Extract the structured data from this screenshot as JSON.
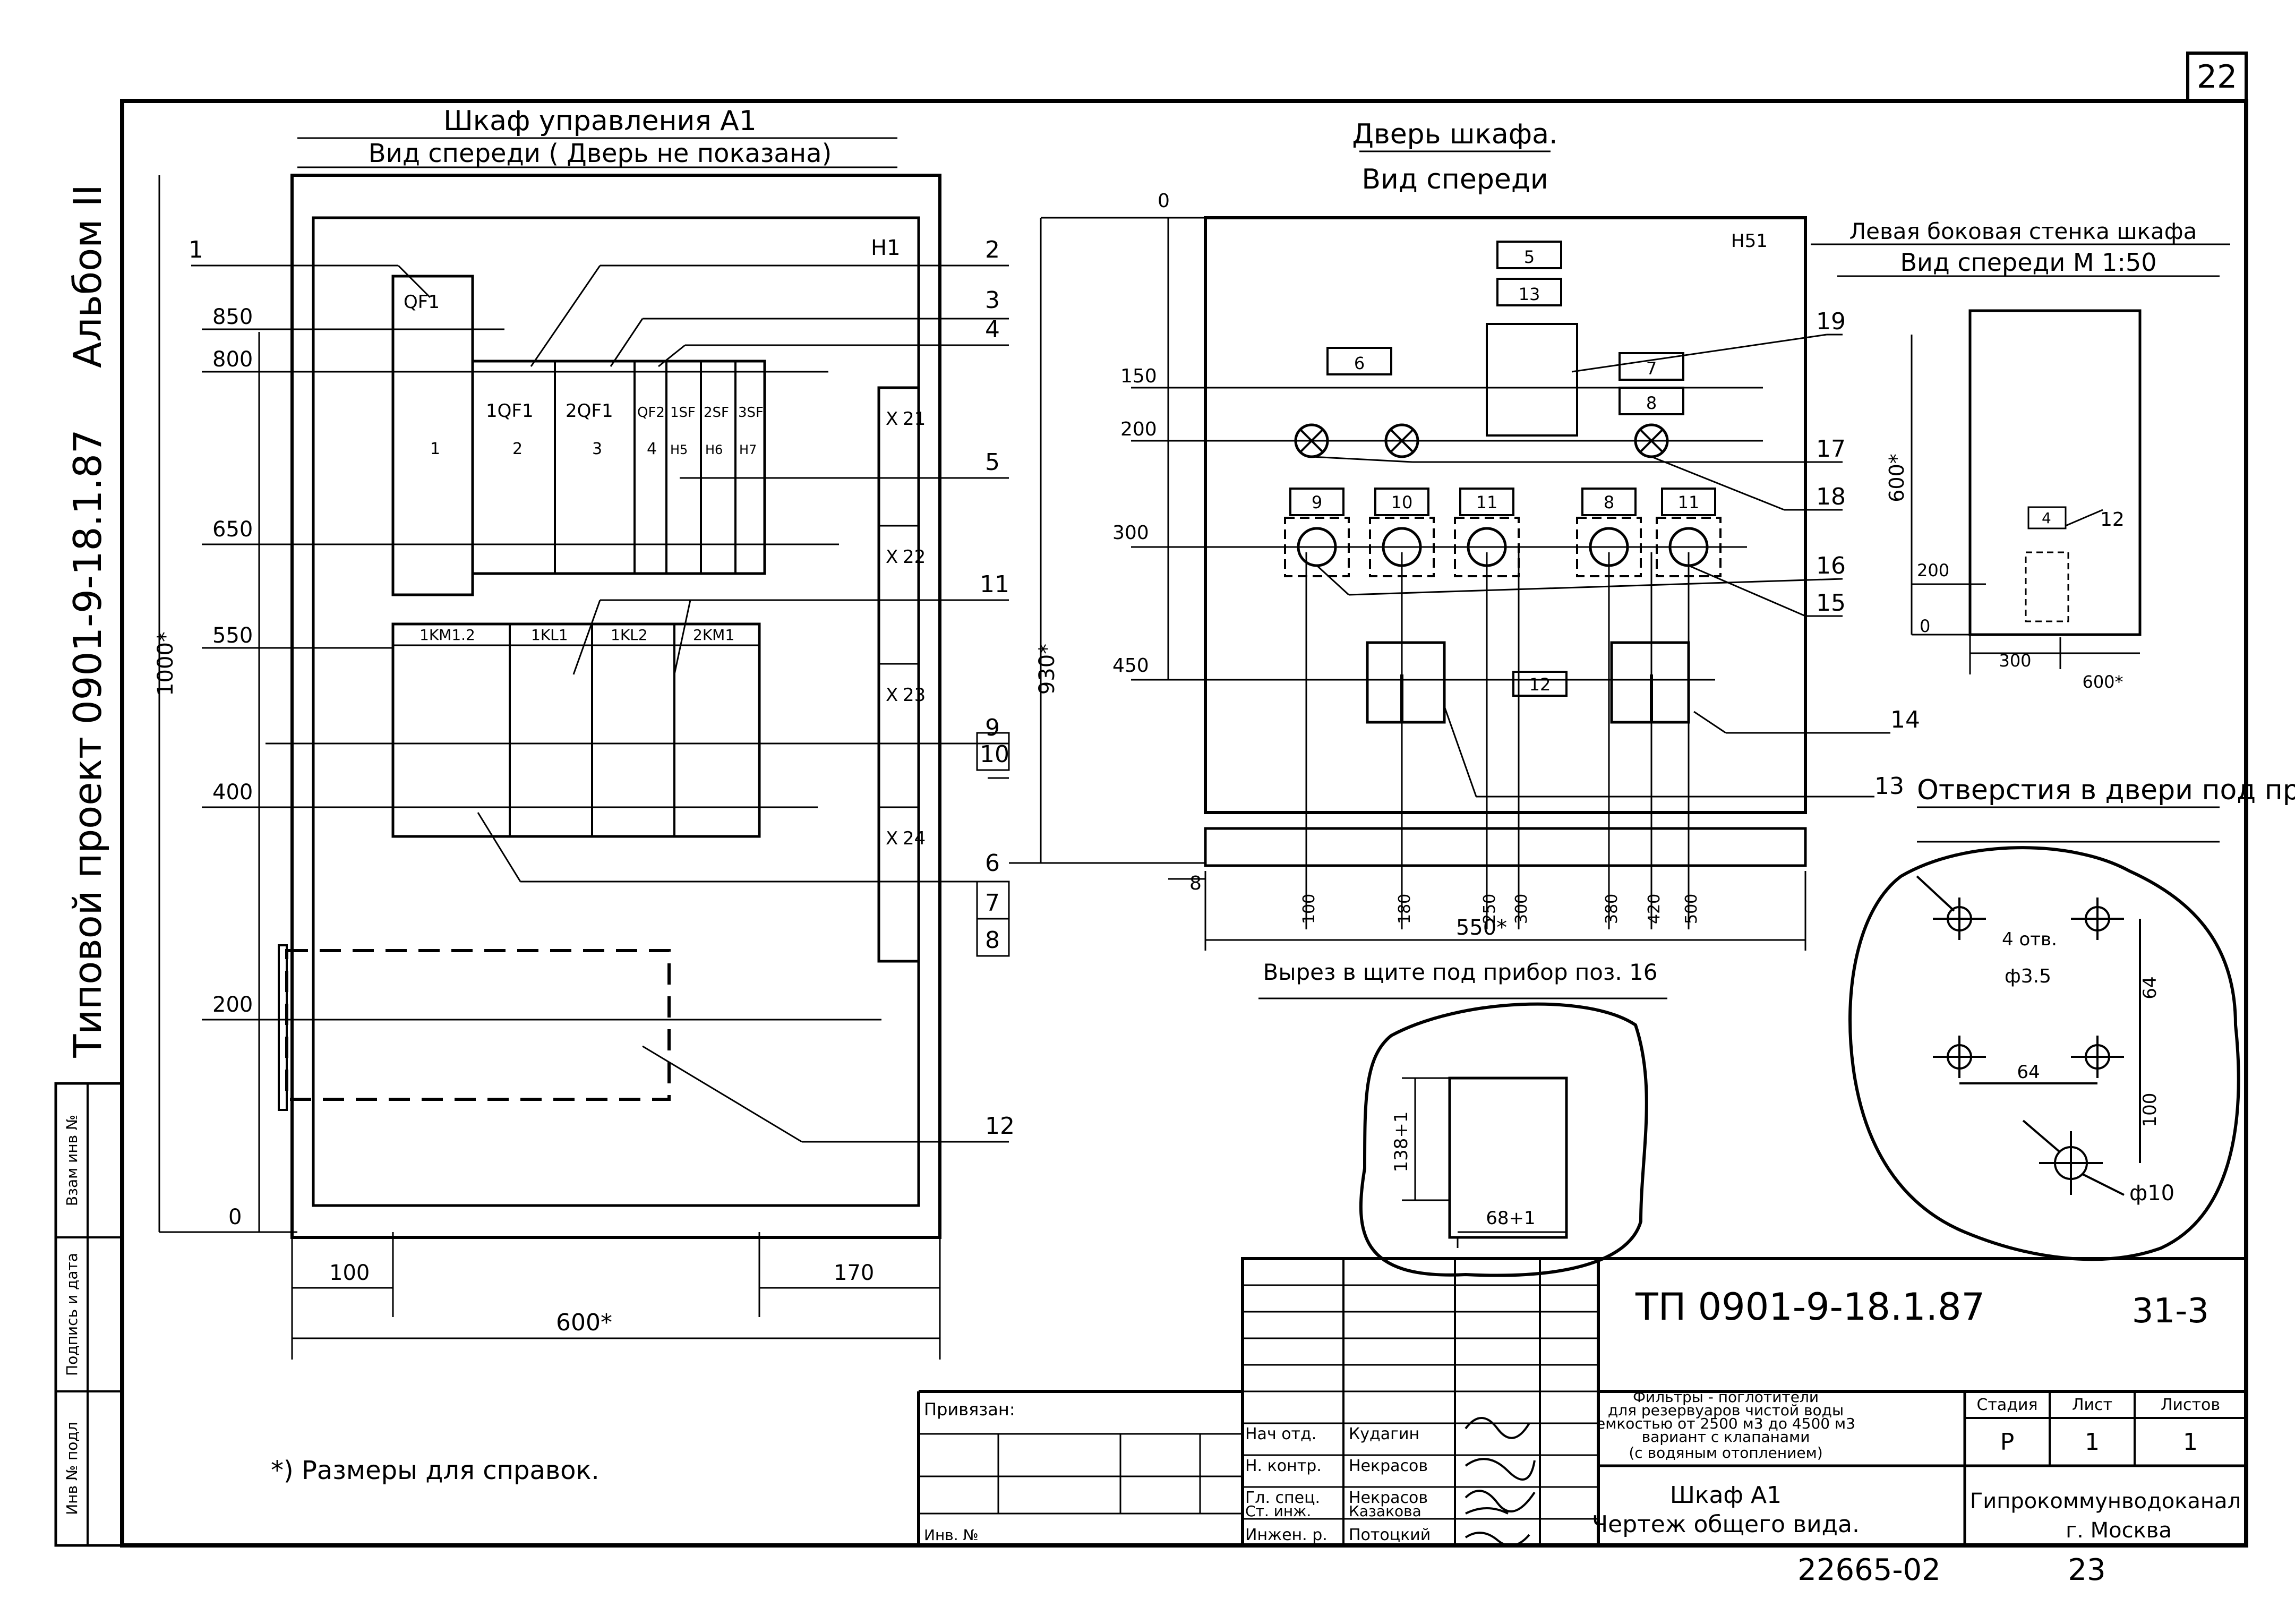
{
  "sheet_number": "22",
  "side": {
    "album": "Альбом II",
    "project": "Типовой проект 0901-9-18.1.87",
    "stamp_cells": [
      "Инв № подл",
      "Подпись и дата",
      "Взам инв №"
    ]
  },
  "cabinet": {
    "title": "Шкаф управления А1",
    "subtitle": "Вид спереди ( Дверь не показана)",
    "label_H1": "H1",
    "levels": [
      "850",
      "800",
      "650",
      "550",
      "400",
      "200",
      "0"
    ],
    "height": "1000*",
    "callouts": [
      "1",
      "2",
      "3",
      "4",
      "5",
      "11",
      "9",
      "10",
      "6",
      "7",
      "8",
      "12"
    ],
    "breakers": [
      "QF1",
      "1QF1",
      "2QF1",
      "QF2",
      "1SF",
      "2SF",
      "3SF"
    ],
    "breaker_tags": [
      "1",
      "2",
      "3",
      "4",
      "H5",
      "H6",
      "H7"
    ],
    "contactors": [
      "1KM1.2",
      "1KL1",
      "1KL2",
      "2KM1"
    ],
    "terminals": [
      "X",
      "21",
      "22",
      "23",
      "24"
    ],
    "dim_left": "100",
    "dim_right": "170",
    "dim_width": "600*"
  },
  "door": {
    "title": "Дверь шкафа.",
    "subtitle": "Вид спереди",
    "label_H51": "H51",
    "levels": [
      "0",
      "150",
      "200",
      "300",
      "450"
    ],
    "height": "930*",
    "upper_tags": [
      "5",
      "13",
      "6",
      "7",
      "8"
    ],
    "button_tags": [
      "9",
      "10",
      "11",
      "8",
      "11"
    ],
    "tag_12": "12",
    "callouts": [
      "19",
      "17",
      "18",
      "16",
      "15",
      "14",
      "13"
    ],
    "bottom_label": "8",
    "dims": [
      "100",
      "180",
      "250",
      "300",
      "380",
      "420",
      "500"
    ],
    "width": "550*"
  },
  "side_wall": {
    "title": "Левая боковая стенка шкафа",
    "subtitle": "Вид спереди М 1:50",
    "height": "600*",
    "tag": "4",
    "callout": "12",
    "level_200": "200",
    "level_0": "0",
    "dim_300": "300",
    "dim_600": "600*"
  },
  "cutout": {
    "title": "Вырез в щите под прибор поз. 16",
    "height": "138+1",
    "width": "68+1"
  },
  "holes": {
    "title": "Отверстия в двери под прибор ДТКБ.",
    "callout": "13",
    "holes_note": "4 отв.",
    "diameter1": "ф3.5",
    "spacing_v": "64",
    "spacing_h": "64",
    "offset": "100",
    "diameter2": "ф10"
  },
  "footnote": "*) Размеры для справок.",
  "title_block": {
    "code": "ТП 0901-9-18.1.87",
    "sheet_code": "31-3",
    "bound": "Привязан:",
    "inv": "Инв. №",
    "roles": [
      "Нач отд.",
      "Н. контр.",
      "Гл. спец.",
      "Ст. инж.",
      "Инжен. р."
    ],
    "names": [
      "Кудагин",
      "Некрасов",
      "Некрасов",
      "Казакова",
      "Потоцкий"
    ],
    "description": [
      "Фильтры - поглотители",
      "для резервуаров чистой воды",
      "емкостью от 2500 м3 до 4500 м3",
      "вариант с клапанами",
      "(с водяным отоплением)"
    ],
    "sheet_title": [
      "Шкаф А1",
      "Чертеж общего вида."
    ],
    "stage_label": "Стадия",
    "sheet_label": "Лист",
    "sheets_label": "Листов",
    "stage": "Р",
    "sheet": "1",
    "sheets": "1",
    "org": [
      "Гипрокоммунводоканал",
      "г. Москва"
    ],
    "archive": "22665-02",
    "archive_page": "23"
  }
}
